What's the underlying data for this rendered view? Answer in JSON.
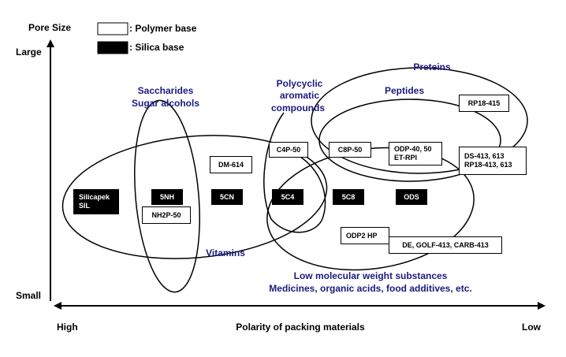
{
  "axes": {
    "y_title": "Pore Size",
    "y_top": "Large",
    "y_bottom": "Small",
    "x_title": "Polarity of packing materials",
    "x_left": "High",
    "x_right": "Low"
  },
  "legend": {
    "polymer_label": ": Polymer base",
    "silica_label": ": Silica base"
  },
  "regions": {
    "saccharides": [
      "Saccharides",
      "Sugar alcohols"
    ],
    "polycyclic": [
      "Polycyclic",
      "aromatic",
      "compounds"
    ],
    "preteins": "Preteins",
    "peptides": "Peptides",
    "vitamins": "Vitamins",
    "low_molecular": [
      "Low molecular weight substances",
      "Medicines, organic acids, food additives, etc."
    ]
  },
  "silica_boxes": {
    "silicapek": "Silicapek\nSIL",
    "nh5": "5NH",
    "cn5": "5CN",
    "c4_5": "5C4",
    "c8_5": "5C8",
    "ods": "ODS"
  },
  "polymer_boxes": {
    "nh2p": "NH2P-50",
    "dm614": "DM-614",
    "c4p": "C4P-50",
    "c8p": "C8P-50",
    "odp": "ODP-40, 50\nET-RPI",
    "rp18_415": "RP18-415",
    "ds413": "DS-413, 613\nRP18-413, 613",
    "odp2": "ODP2 HP",
    "de_golf": "DE, GOLF-413, CARB-413"
  }
}
